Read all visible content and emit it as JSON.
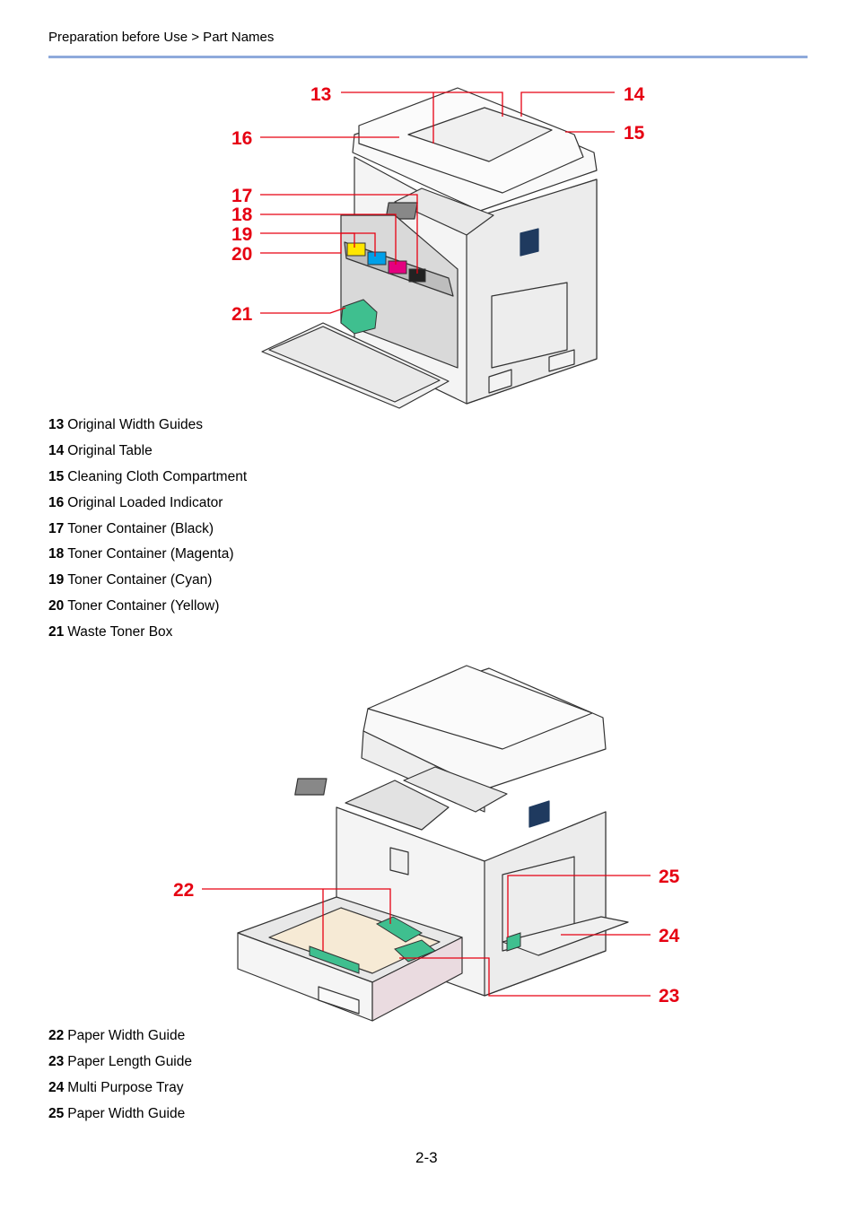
{
  "header": {
    "breadcrumb": "Preparation before Use > Part Names"
  },
  "figure1": {
    "callouts": [
      "13",
      "14",
      "15",
      "16",
      "17",
      "18",
      "19",
      "20",
      "21"
    ]
  },
  "legend1": [
    {
      "num": "13",
      "label": "Original Width Guides"
    },
    {
      "num": "14",
      "label": "Original Table"
    },
    {
      "num": "15",
      "label": "Cleaning Cloth Compartment"
    },
    {
      "num": "16",
      "label": "Original Loaded Indicator"
    },
    {
      "num": "17",
      "label": "Toner Container (Black)"
    },
    {
      "num": "18",
      "label": "Toner Container (Magenta)"
    },
    {
      "num": "19",
      "label": "Toner Container (Cyan)"
    },
    {
      "num": "20",
      "label": "Toner Container (Yellow)"
    },
    {
      "num": "21",
      "label": "Waste Toner Box"
    }
  ],
  "figure2": {
    "callouts": [
      "22",
      "25",
      "24",
      "23"
    ]
  },
  "legend2": [
    {
      "num": "22",
      "label": "Paper Width Guide"
    },
    {
      "num": "23",
      "label": "Paper Length Guide"
    },
    {
      "num": "24",
      "label": "Multi Purpose Tray"
    },
    {
      "num": "25",
      "label": "Paper Width Guide"
    }
  ],
  "footer": {
    "page_number": "2-3"
  },
  "colors": {
    "callout": "#e60012",
    "rule": "#8eaadb",
    "toner_yellow": "#ffe600",
    "toner_cyan": "#00a0e9",
    "toner_magenta": "#e4007f",
    "toner_black": "#222222",
    "waste_box": "#3fbf8f"
  }
}
